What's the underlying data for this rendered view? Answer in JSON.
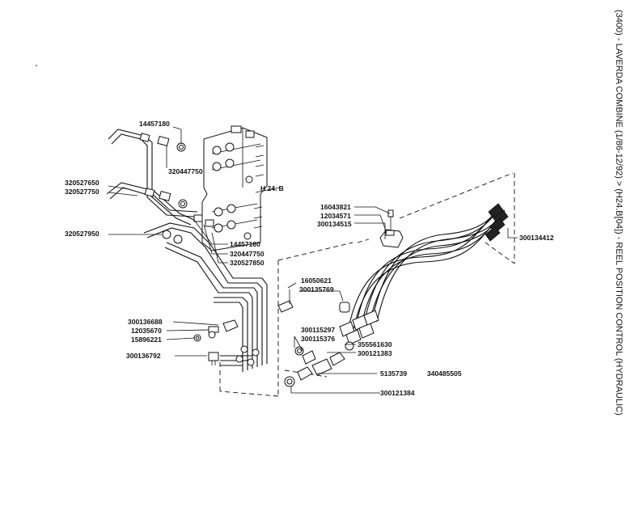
{
  "title": "(3400) - LAVERDA COMBINE (1/86-12/92) > (H24.B[04]) - REEL POSITION CONTROL (HYDRAULIC)",
  "figure_ref": "H 24. B",
  "labels": {
    "p14457180a": "14457180",
    "p320447750a": "320447750",
    "p320527650": "320527650",
    "p320527750": "320527750",
    "p320527950": "320527950",
    "p14457180b": "14457180",
    "p320447750b": "320447750",
    "p320527850": "320527850",
    "p16043821": "16043821",
    "p12034571": "12034571",
    "p300134515": "300134515",
    "p300134412": "300134412",
    "p16050621": "16050621",
    "p300135769": "300135769",
    "p300136688": "300136688",
    "p12035670": "12035670",
    "p15896221": "15896221",
    "p300136792": "300136792",
    "p300115297": "300115297",
    "p300115376": "300115376",
    "p355561630": "355561630",
    "p300121383": "300121383",
    "p5135739": "5135739",
    "p340485505": "340485505",
    "p300121384": "300121384"
  }
}
